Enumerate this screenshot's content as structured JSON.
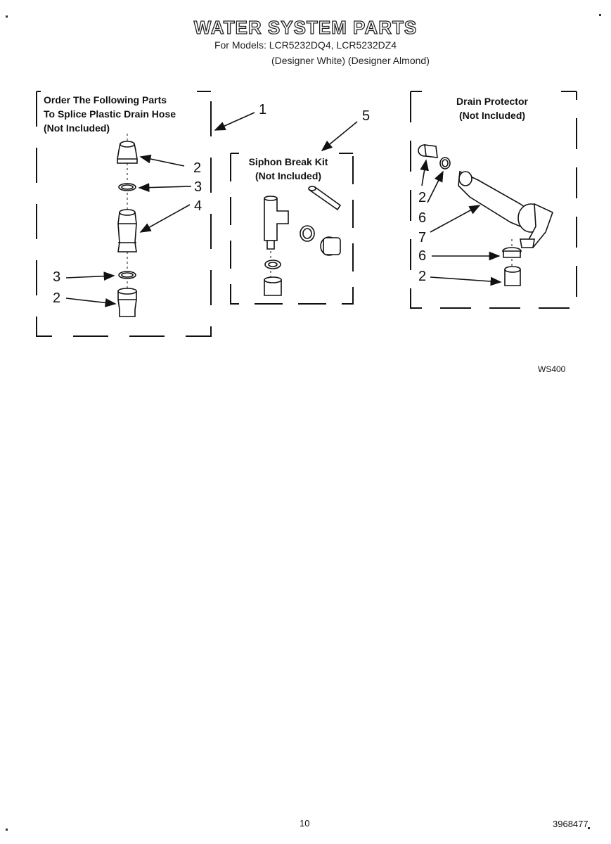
{
  "header": {
    "title": "WATER SYSTEM PARTS",
    "models": "For Models: LCR5232DQ4, LCR5232DZ4",
    "variants": "(Designer White) (Designer Almond)"
  },
  "panels": {
    "splice": {
      "line1": "Order The Following Parts",
      "line2": "To Splice Plastic Drain Hose",
      "line3": "(Not Included)"
    },
    "siphon": {
      "line1": "Siphon Break Kit",
      "line2": "(Not Included)"
    },
    "drain": {
      "line1": "Drain Protector",
      "line2": "(Not Included)"
    }
  },
  "callouts": {
    "splice_box": "1",
    "splice_top_fitting": "2",
    "splice_top_ring": "3",
    "splice_coupler": "4",
    "splice_bottom_ring": "3",
    "splice_bottom_fitting": "2",
    "siphon_box": "5",
    "drain_top_fitting": "2",
    "drain_top_washer": "6",
    "drain_body": "7",
    "drain_bottom_washer": "6",
    "drain_bottom_fitting": "2"
  },
  "figure_code": "WS400",
  "footer": {
    "page_number": "10",
    "doc_number": "3968477"
  }
}
